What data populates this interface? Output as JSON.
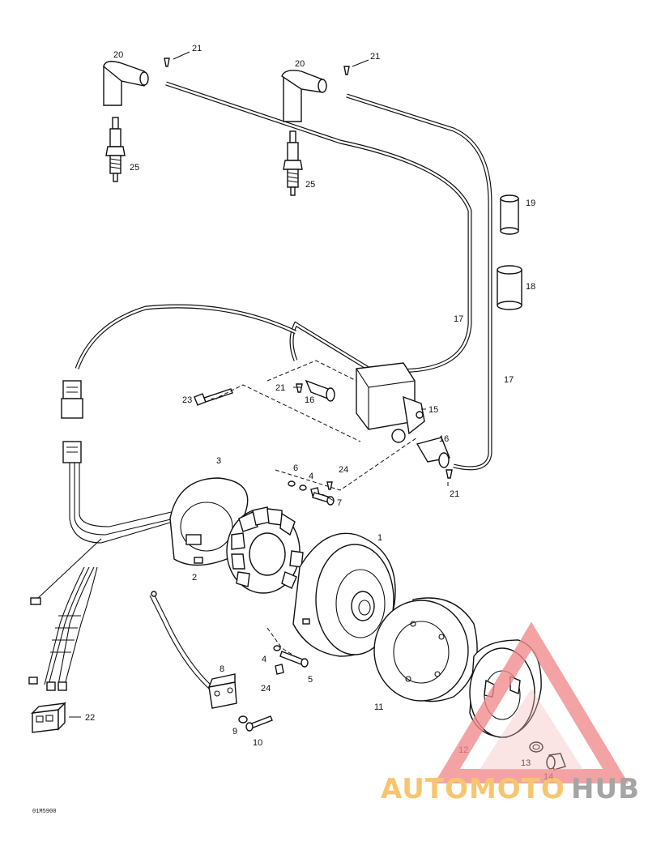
{
  "callouts": {
    "c1": "1",
    "c2": "2",
    "c3": "3",
    "c4a": "4",
    "c4b": "4",
    "c5": "5",
    "c6": "6",
    "c7": "7",
    "c8": "8",
    "c9": "9",
    "c10": "10",
    "c11": "11",
    "c12": "12",
    "c13": "13",
    "c14": "14",
    "c15": "15",
    "c16a": "16",
    "c16b": "16",
    "c17a": "17",
    "c17b": "17",
    "c18": "18",
    "c19": "19",
    "c20a": "20",
    "c20b": "20",
    "c21a": "21",
    "c21b": "21",
    "c21c": "21",
    "c21d": "21",
    "c22": "22",
    "c23": "23",
    "c24a": "24",
    "c24b": "24",
    "c25a": "25",
    "c25b": "25"
  },
  "drawing_code": "01M5900",
  "watermark": {
    "part1": "AUTOMOTO",
    "part2": "HUB",
    "color_primary": "#f08a8a",
    "color_secondary": "#f5b547",
    "color_hub": "#8c8c8c"
  }
}
